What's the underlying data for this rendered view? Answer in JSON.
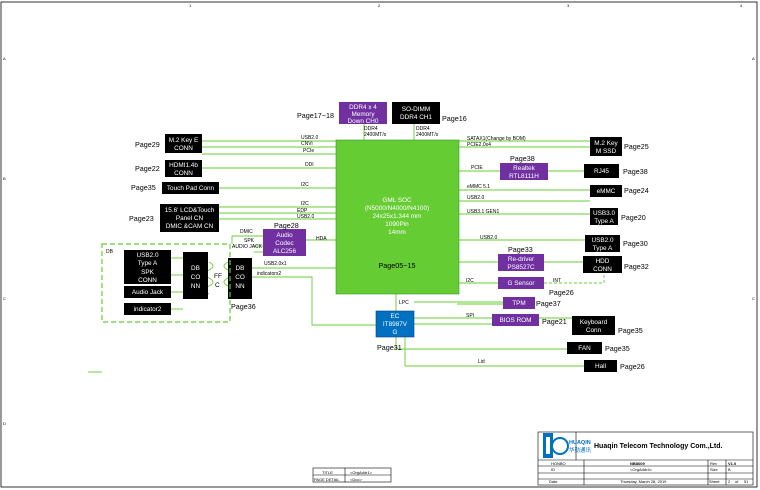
{
  "memory": {
    "ddr4_down": {
      "lines": [
        "DDR4 x 4",
        "Memory",
        "Down CH0"
      ],
      "page": "Page17~18",
      "bus": [
        "DDR4",
        "2400MT/s"
      ]
    },
    "sodimm": {
      "lines": [
        "SO-DIMM",
        "DDR4 CH1"
      ],
      "page": "Page16",
      "bus": [
        "DDR4",
        "2400MT/s"
      ]
    }
  },
  "soc": {
    "lines": [
      "GML  SOC",
      "(N5000/N4000/N4100)",
      "24x25x1.344 mm",
      "1090Pin",
      "14mm"
    ],
    "page": "Page05~15"
  },
  "left": {
    "m2e": {
      "lines": [
        "M.2 Key E",
        "CONN"
      ],
      "page": "Page29",
      "signals": [
        "USB2.0",
        "CNVi",
        "PCIe"
      ]
    },
    "hdmi": {
      "lines": [
        "HDMI1.4b",
        "CONN"
      ],
      "page": "Page22",
      "signal": "DDI"
    },
    "touchpad": {
      "lines": [
        "Touch Pad Conn"
      ],
      "page": "Page35",
      "signal": "I2C"
    },
    "lcd": {
      "lines": [
        "15.6' LCD&Touch",
        "Panel CN",
        "DMIC  &CAM CN"
      ],
      "page": "Page23",
      "signals": [
        "I2C",
        "EDP",
        "USB2.0"
      ]
    },
    "codec": {
      "lines": [
        "Audio",
        "Codec",
        "ALC256"
      ],
      "page": "Page28",
      "signals": [
        "DMIC",
        "SPK",
        "AUDIO JACK",
        "HDA"
      ]
    },
    "db_conn": {
      "lines": [
        "DB",
        "CO",
        "NN"
      ],
      "page": "Page36",
      "signals": [
        "USB2.0x1",
        "indicatorx2"
      ]
    },
    "ffc": {
      "lines": [
        "FF",
        "C"
      ]
    },
    "db_board": {
      "label": "DB",
      "items": [
        [
          "USB2.0",
          "Type A"
        ],
        [
          "SPK",
          "CONN"
        ],
        [
          "Audio Jack"
        ],
        [
          "indicator2"
        ]
      ],
      "conn": [
        "DB",
        "CO",
        "NN"
      ]
    }
  },
  "right": {
    "m2m": {
      "lines": [
        "M.2 Key",
        "M SSD"
      ],
      "page": "Page25",
      "signals": [
        "SATAX1(Change by BOM)",
        "PCIE2.0x4"
      ]
    },
    "realtek": {
      "lines": [
        "Realtek",
        "RTL8111H"
      ],
      "page": "Page38",
      "signal": "PCIE"
    },
    "rj45": {
      "lines": [
        "RJ45"
      ],
      "page": "Page38"
    },
    "emmc": {
      "lines": [
        "eMMC"
      ],
      "page": "Page24",
      "signal": "eMMC 5.1"
    },
    "usb30": {
      "lines": [
        "USB3.0",
        "Type A"
      ],
      "page": "Page20",
      "signals": [
        "USB2.0",
        "USB3.1 GEN1"
      ]
    },
    "usb20": {
      "lines": [
        "USB2.0",
        "Type A"
      ],
      "page": "Page30",
      "signal": "USB2.0"
    },
    "redriver": {
      "lines": [
        "Re-driver",
        "PS8527C"
      ],
      "page": "Page33"
    },
    "hdd": {
      "lines": [
        "HDD",
        "CONN"
      ],
      "page": "Page32"
    },
    "gsensor": {
      "lines": [
        "G Sensor"
      ],
      "page": "Page26",
      "signals": [
        "I2C",
        "INT"
      ]
    }
  },
  "ec": {
    "lines": [
      "EC",
      "IT8987V",
      "G"
    ],
    "page": "Page31",
    "signal": "LPC"
  },
  "ec_periph": {
    "tpm": {
      "lines": [
        "TPM"
      ],
      "page": "Page37"
    },
    "bios": {
      "lines": [
        "BIOS ROM"
      ],
      "page": "Page21",
      "signal": "SPI"
    },
    "keyboard": {
      "lines": [
        "Keyboard",
        "Conn"
      ],
      "page": "Page35"
    },
    "fan": {
      "lines": [
        "FAN"
      ],
      "page": "Page35"
    },
    "hall": {
      "lines": [
        "Hall"
      ],
      "page": "Page26",
      "signal": "Lid"
    }
  },
  "titleblock": {
    "logo_cn": "HUAQIN",
    "logo_sub": "华勤通讯",
    "company": "Huaqin Telecom Technology Com.,Ltd.",
    "hongbo": "HONBO",
    "project": "NB8609",
    "rev_label": "Rev",
    "rev": "V1.0",
    "id_label": "ID",
    "id": "<OrgAddr4>",
    "size_label": "Size",
    "size": "B",
    "date_label": "Date",
    "date": "Thursday, March 28, 2019",
    "sheet_label": "Sheet",
    "sheet": "2",
    "of": "of",
    "sheets": "51",
    "title_label": "TITLE",
    "title": "<OrgAddr1>",
    "detail_label": "PAGE DETAIL",
    "detail": "<Doc>"
  },
  "border": {
    "top": [
      "1",
      "2",
      "3",
      "4"
    ],
    "side": [
      "A",
      "B",
      "C",
      "D"
    ]
  },
  "colors": {
    "black": "#000000",
    "purple": "#7030a0",
    "green": "#66cc33",
    "blue": "#0070c0",
    "line": "#33cc33"
  }
}
